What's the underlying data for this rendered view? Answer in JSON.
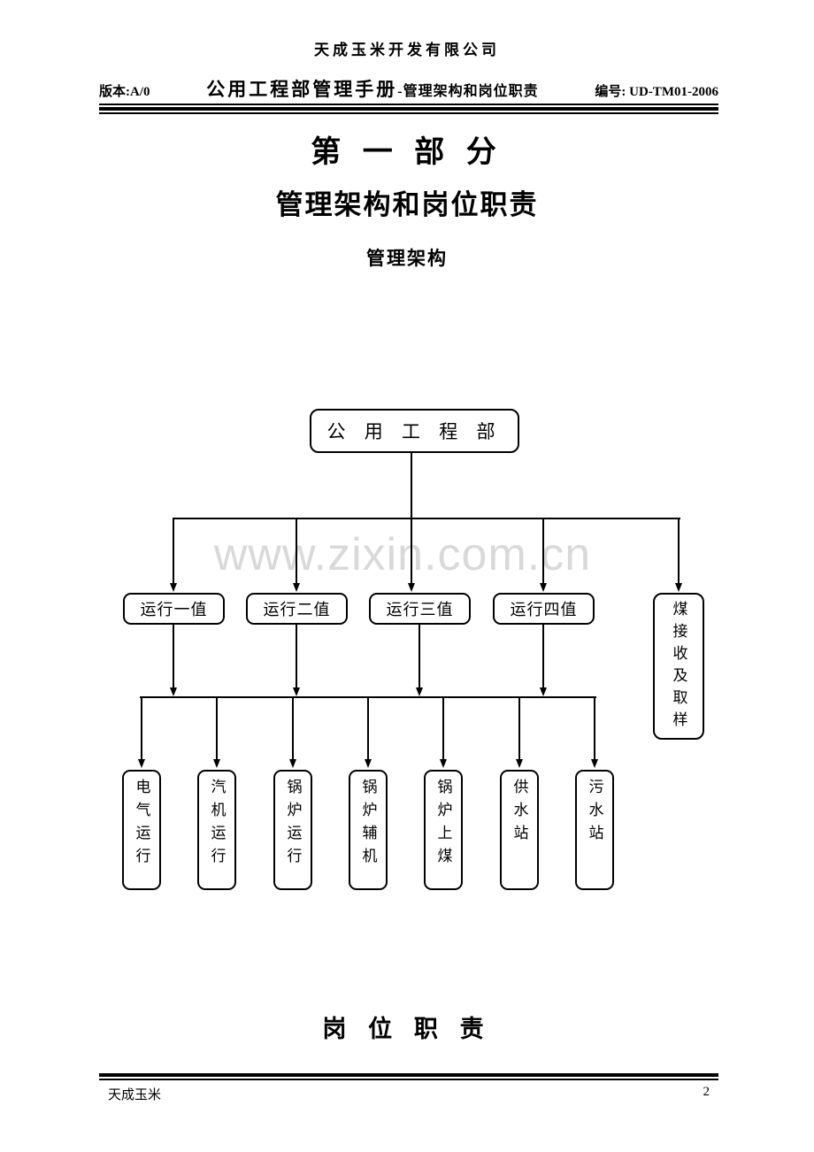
{
  "page": {
    "company": "天成玉米开发有限公司",
    "header": {
      "version_label": "版本:A/0",
      "title_main": "公用工程部管理手册",
      "title_sub": "-管理架构和岗位职责",
      "doc_no": "编号: UD-TM01-2006"
    },
    "part_title": "第 一 部 分",
    "section_title": "管理架构和岗位职责",
    "subsection_title": "管理架构",
    "watermark": "www.zixin.com.cn",
    "bottom_heading": "岗 位 职 责",
    "footer": {
      "left": "天成玉米",
      "page_number": "2"
    }
  },
  "org_chart": {
    "root": "公 用 工 程 部",
    "shifts": [
      "运行一值",
      "运行二值",
      "运行三值",
      "运行四值"
    ],
    "coal_station": "煤接收及取样",
    "units": [
      "电气运行",
      "汽机运行",
      "锅炉运行",
      "锅炉辅机",
      "锅炉上煤",
      "供水站",
      "污水站"
    ]
  }
}
